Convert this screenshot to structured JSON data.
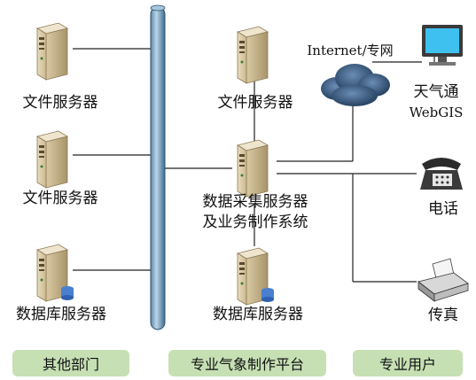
{
  "left": {
    "file_server_1": "文件服务器",
    "file_server_2": "文件服务器",
    "db_server": "数据库服务器"
  },
  "center": {
    "file_server": "文件服务器",
    "collector_line1": "数据采集服务器",
    "collector_line2": "及业务制作系统",
    "db_server": "数据库服务器"
  },
  "right": {
    "internet": "Internet/专网",
    "webgis_line1": "天气通",
    "webgis_line2": "WebGIS",
    "phone": "电话",
    "fax": "传真"
  },
  "tags": {
    "left": "其他部门",
    "center": "专业气象制作平台",
    "right": "专业用户"
  }
}
